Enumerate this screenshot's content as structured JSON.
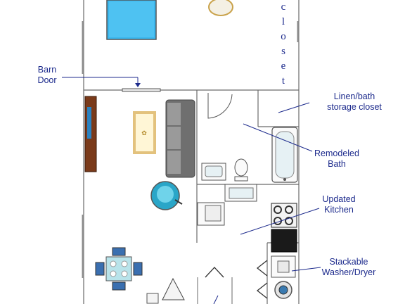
{
  "labels": {
    "closet": "Closet",
    "barn_door": "Barn\nDoor",
    "linen_closet": "Linen/bath\nstorage closet",
    "remodeled_bath": "Remodeled\nBath",
    "updated_kitchen": "Updated\nKitchen",
    "stackable": "Stackable\nWasher/Dryer"
  },
  "colors": {
    "label": "#1c2a8c",
    "wall": "#6a6a6a",
    "bed": "#3ab7ee",
    "sofa": "#6f6f6f",
    "chair": "#2aa6c8",
    "tv_stand": "#7a3a1a",
    "rug": "#e3c27d",
    "table": "#b8e3ea",
    "dining_chair": "#3a6fb0"
  }
}
